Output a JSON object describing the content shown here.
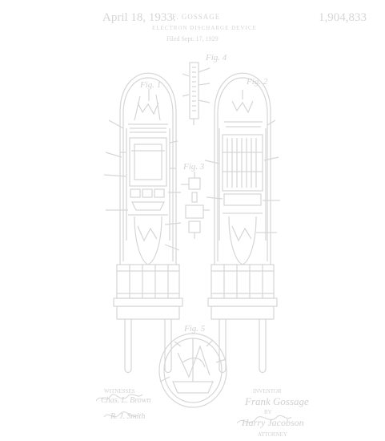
{
  "header": {
    "date": "April 18, 1933.",
    "inventor": "F. GOSSAGE",
    "patent_number": "1,904,833",
    "title": "ELECTRON DISCHARGE DEVICE",
    "filed": "Filed Sept. 17, 1929",
    "sheets": ""
  },
  "figures": {
    "fig1": "Fig. 1",
    "fig2": "Fig. 2",
    "fig3": "Fig. 3",
    "fig4": "Fig. 4",
    "fig5": "Fig. 5"
  },
  "footer": {
    "witness_label": "WITNESSES",
    "witness_sig_1": "Chas. L. Brown",
    "witness_sig_2": "R. J. Smith",
    "inventor_label": "INVENTOR",
    "inventor_name": "Frank Gossage",
    "by": "BY",
    "attorney_sig": "Harry Jacobson",
    "attorney_label": "ATTORNEY"
  },
  "colors": {
    "paper": "#ffffff",
    "ink": "#d6d6d6"
  }
}
